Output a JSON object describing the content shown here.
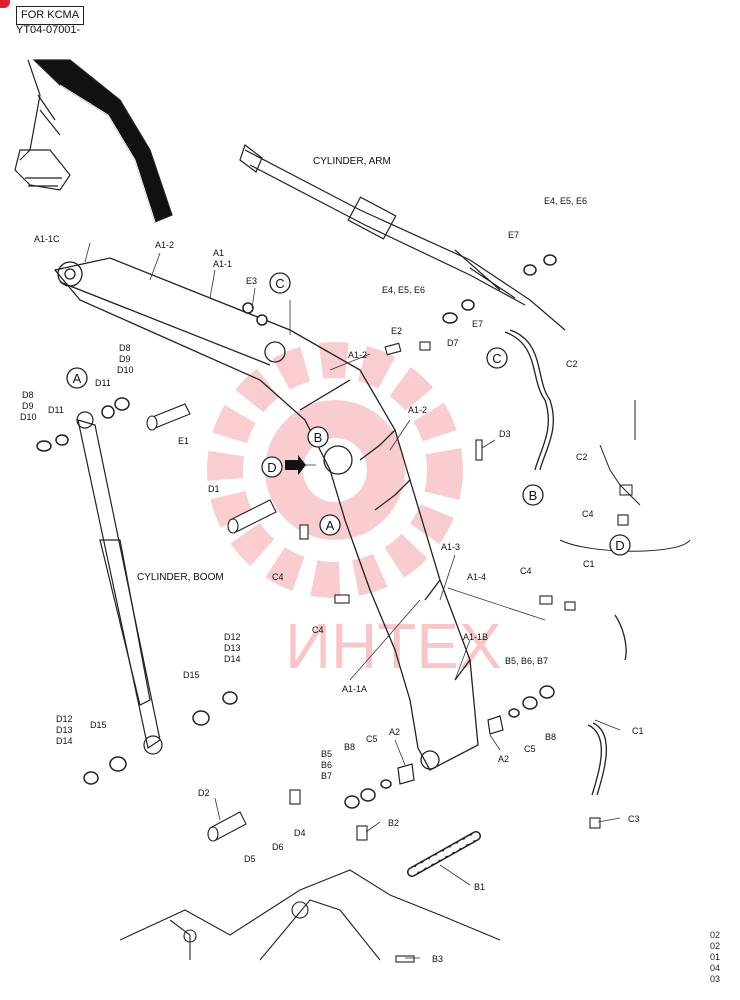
{
  "header": {
    "model_tag": "FOR KCMA",
    "serial_range": "YT04-07001-"
  },
  "watermark": {
    "text": "ИНТЕХ",
    "color": "#e8202a"
  },
  "titles": {
    "cylinder_arm": "CYLINDER, ARM",
    "cylinder_boom": "CYLINDER, BOOM"
  },
  "callouts": {
    "A": "A",
    "B": "B",
    "C": "C",
    "D": "D"
  },
  "part_labels": {
    "A1_1C": "A1-1C",
    "A1_2_top": "A1-2",
    "A1": "A1",
    "A1_1": "A1-1",
    "E3": "E3",
    "A1_2_mid": "A1-2",
    "E1": "E1",
    "E2": "E2",
    "D7": "D7",
    "E4E5E6_mid": "E4, E5, E6",
    "E7_mid": "E7",
    "E7_top": "E7",
    "E4E5E6_top": "E4, E5, E6",
    "C2_top": "C2",
    "A1_2_lower": "A1-2",
    "D3": "D3",
    "C2_detail": "C2",
    "C4_detail": "C4",
    "D1": "D1",
    "C4_left": "C4",
    "C4_mid": "C4",
    "A1_3": "A1-3",
    "A1_4": "A1-4",
    "C4_right": "C4",
    "C1_top": "C1",
    "A1_1B": "A1-1B",
    "A1_1A": "A1-1A",
    "B5B6B7_right": "B5, B6, B7",
    "B8_right": "B8",
    "C5_right": "C5",
    "A2_right": "A2",
    "C1_lower": "C1",
    "C3": "C3",
    "A2_left": "A2",
    "C5_left": "C5",
    "B8_left": "B8",
    "B5": "B5",
    "B6": "B6",
    "B7": "B7",
    "D2": "D2",
    "D4": "D4",
    "D5": "D5",
    "D6": "D6",
    "B2": "B2",
    "B1": "B1",
    "B3": "B3",
    "D8_left": "D8",
    "D9_left": "D9",
    "D10_left": "D10",
    "D11_left": "D11",
    "D8_right": "D8",
    "D9_right": "D9",
    "D10_right": "D10",
    "D11_right": "D11",
    "D12_right": "D12",
    "D13_right": "D13",
    "D14_right": "D14",
    "D15_right": "D15",
    "D12_left": "D12",
    "D13_left": "D13",
    "D14_left": "D14",
    "D15_left": "D15"
  },
  "side_codes": [
    "02",
    "02",
    "01",
    "04",
    "03"
  ]
}
